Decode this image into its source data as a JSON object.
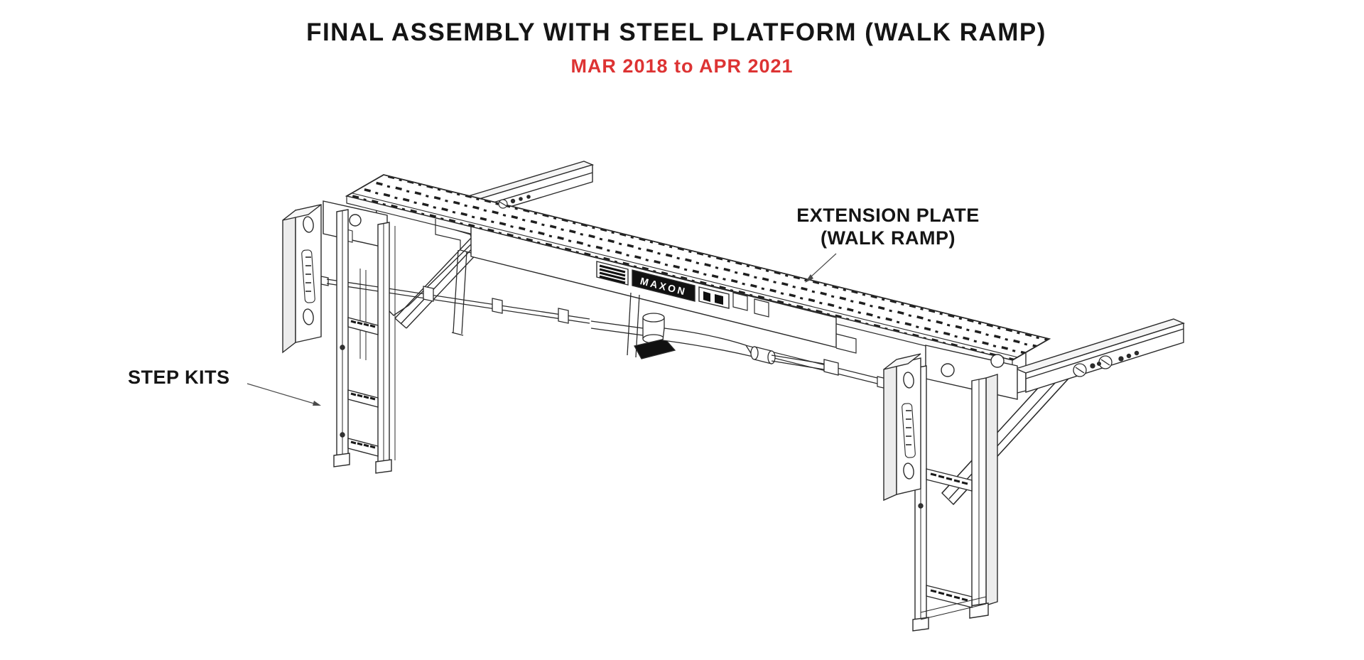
{
  "page": {
    "background_color": "#ffffff"
  },
  "header": {
    "title": "FINAL ASSEMBLY WITH STEEL PLATFORM (WALK RAMP)",
    "title_color": "#151515",
    "subtitle": "MAR 2018 to APR 2021",
    "subtitle_color": "#dd3333"
  },
  "diagram": {
    "brand": "MAXON",
    "line_color": "#2b2b2b",
    "annotations": {
      "label_color": "#151515",
      "leader_color": "#4a4a4a",
      "extension_plate": {
        "line1": "EXTENSION PLATE",
        "line2": "(WALK RAMP)"
      },
      "step_kits": {
        "label": "STEP KITS"
      }
    }
  }
}
